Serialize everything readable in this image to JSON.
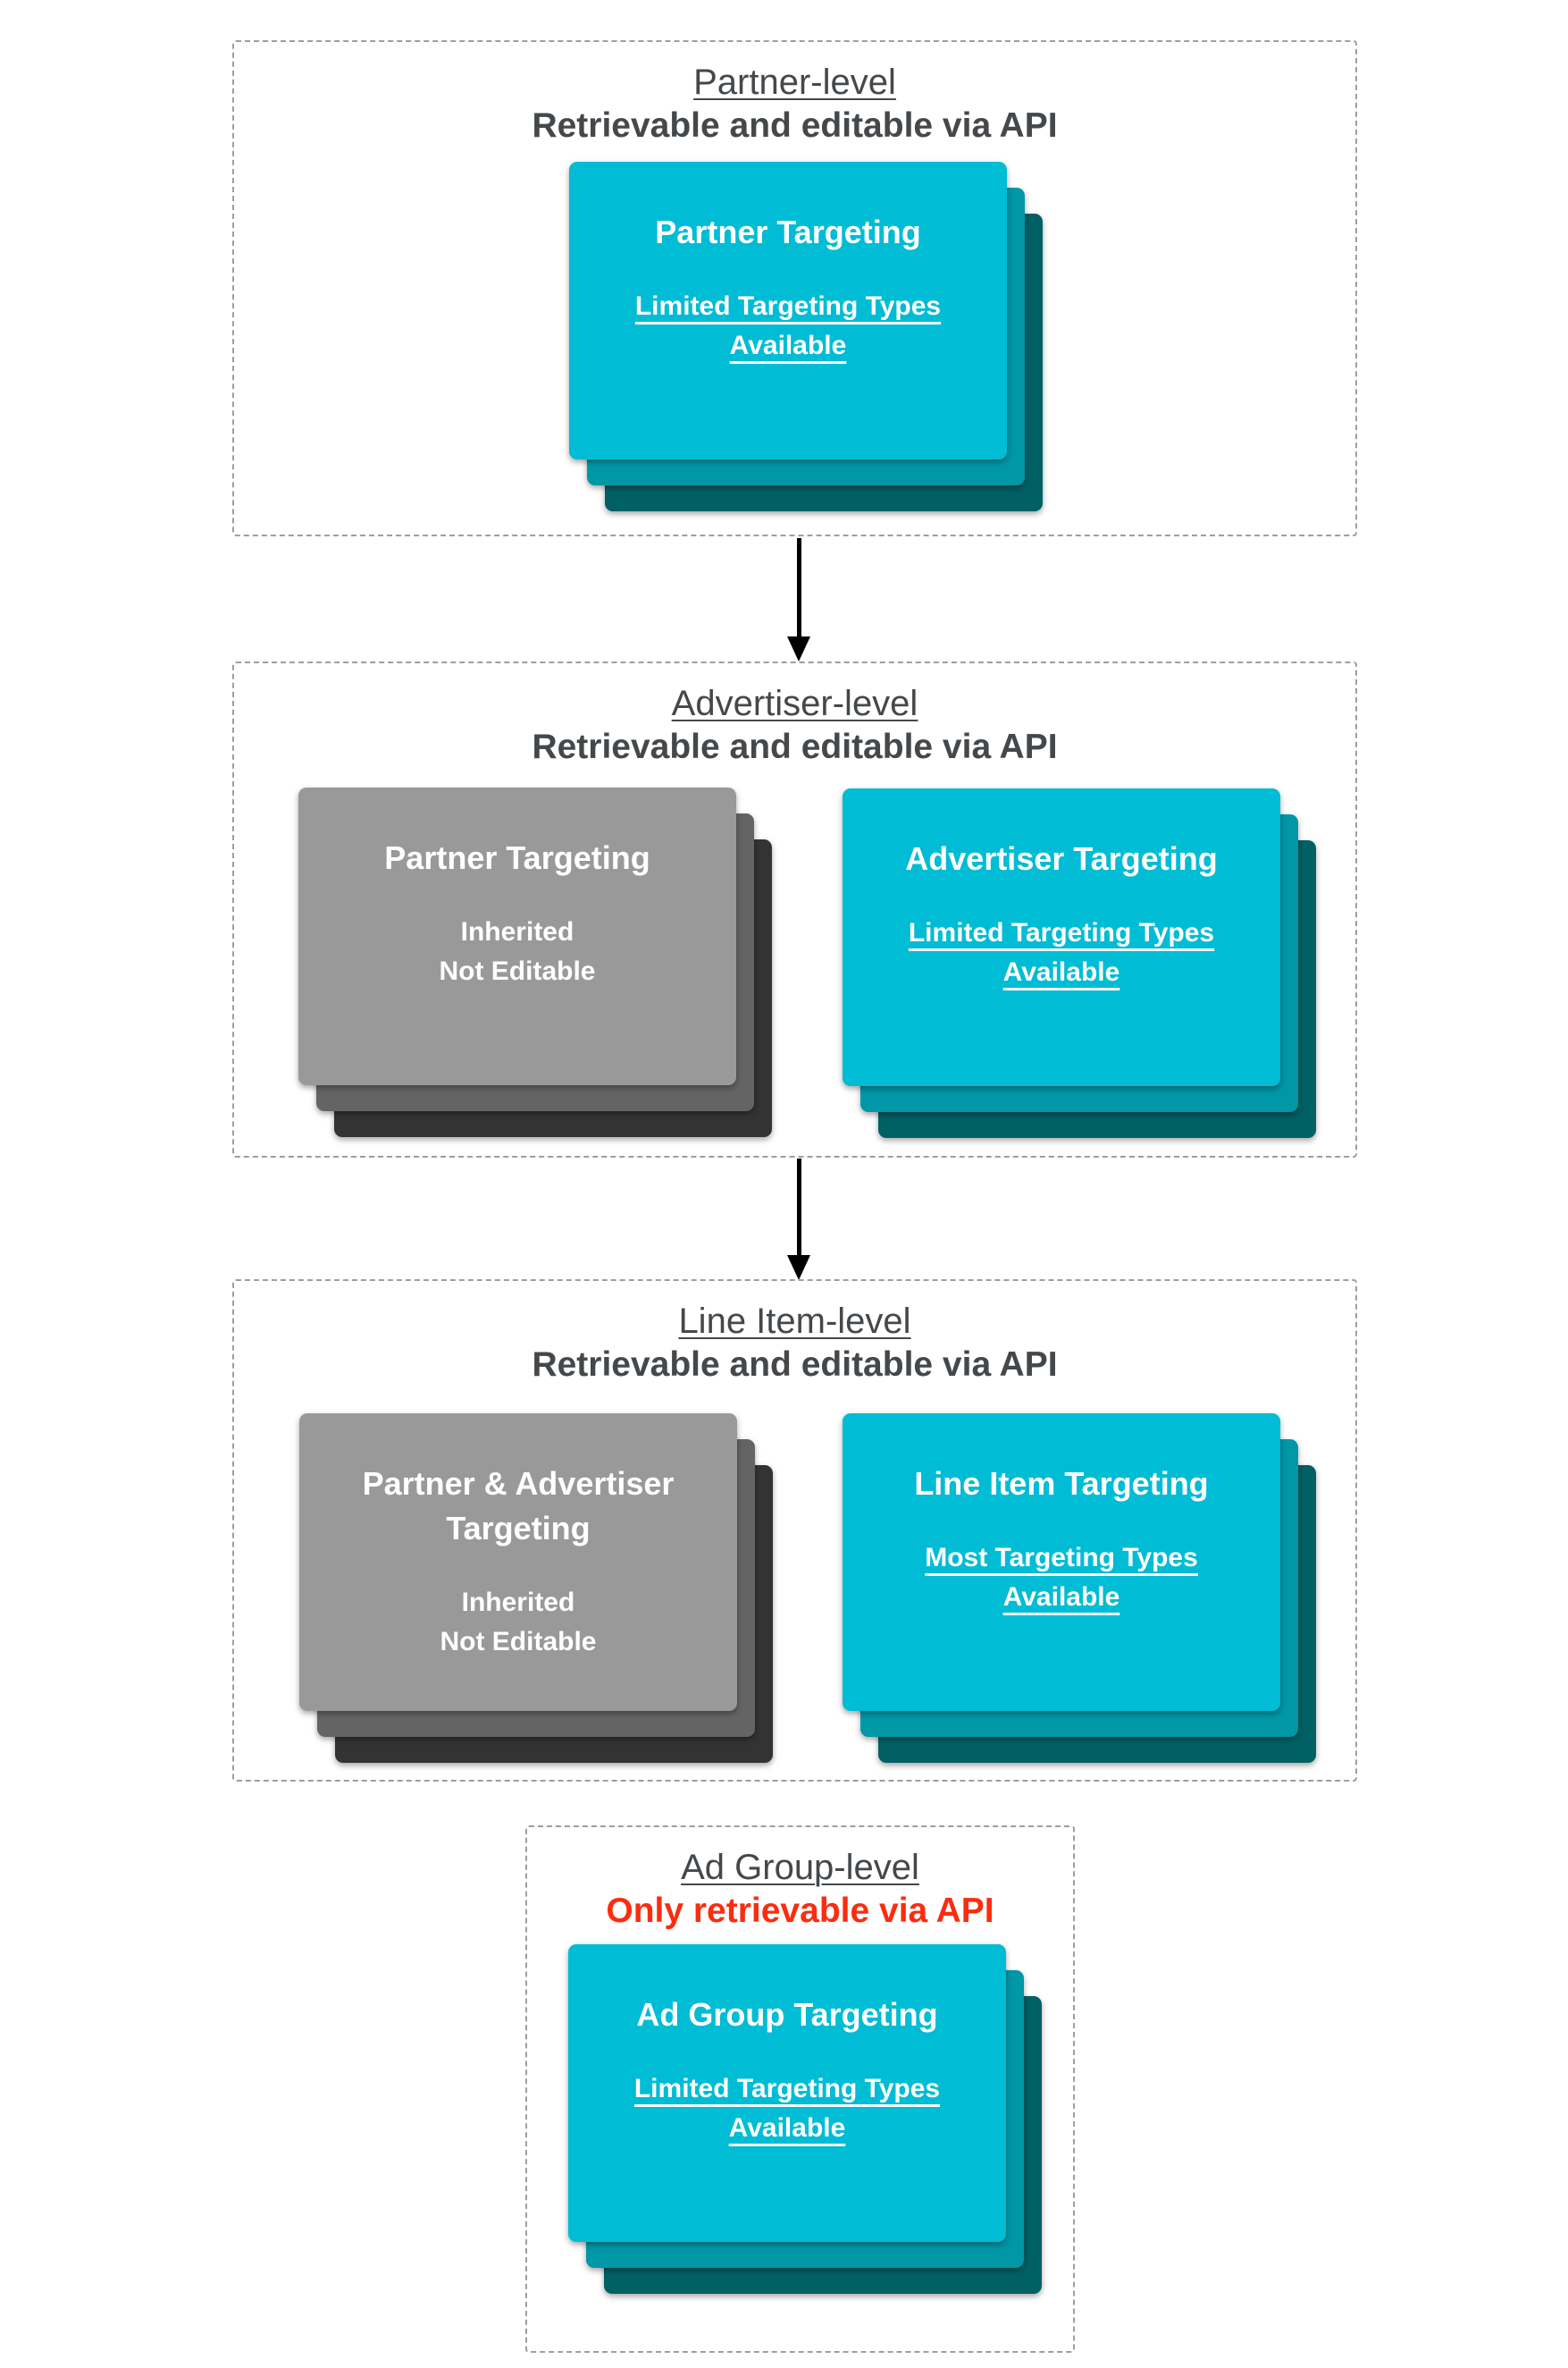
{
  "colors": {
    "card_teal_front": "#00bcd4",
    "card_teal_mid": "#0097a7",
    "card_teal_back": "#006064",
    "card_gray_front": "#999999",
    "card_gray_mid": "#646464",
    "card_gray_back": "#333333",
    "heading_text": "#45484b",
    "alert_red": "#fa2d10",
    "card_text": "#ffffff",
    "section_border": "#9e9e9e",
    "arrow": "#000000"
  },
  "sections": [
    {
      "title": "Partner-level",
      "subtitle": "Retrievable and editable via API",
      "cards": [
        {
          "style": "teal",
          "title": "Partner Targeting",
          "body": "Limited Targeting Types\nAvailable",
          "body_underlined": true
        }
      ]
    },
    {
      "title": "Advertiser-level",
      "subtitle": "Retrievable and editable via API",
      "cards": [
        {
          "style": "gray",
          "title": "Partner Targeting",
          "body": "Inherited\nNot Editable",
          "body_underlined": false
        },
        {
          "style": "teal",
          "title": "Advertiser Targeting",
          "body": "Limited Targeting Types\nAvailable",
          "body_underlined": true
        }
      ]
    },
    {
      "title": "Line Item-level",
      "subtitle": "Retrievable and editable via API",
      "cards": [
        {
          "style": "gray",
          "title": "Partner & Advertiser\nTargeting",
          "body": "Inherited\nNot Editable",
          "body_underlined": false
        },
        {
          "style": "teal",
          "title": "Line Item Targeting",
          "body": "Most Targeting Types\nAvailable",
          "body_underlined": true
        }
      ]
    },
    {
      "title": "Ad Group-level",
      "subtitle": "Only retrievable via API",
      "subtitle_alert": true,
      "cards": [
        {
          "style": "teal",
          "title": "Ad Group Targeting",
          "body": "Limited Targeting Types\nAvailable",
          "body_underlined": true
        }
      ]
    }
  ]
}
